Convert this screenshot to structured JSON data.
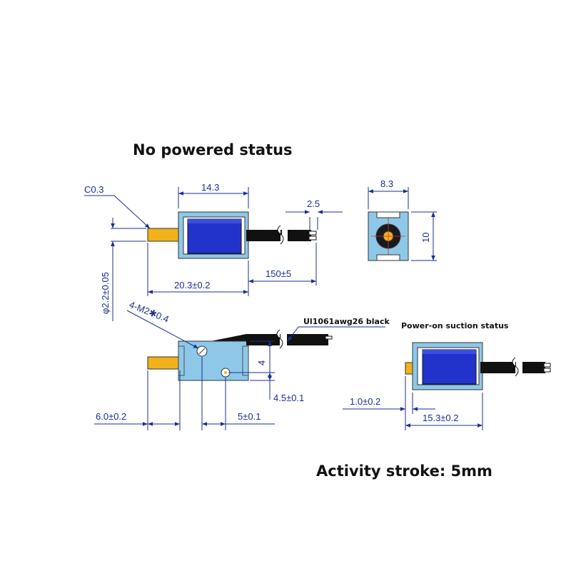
{
  "titles": {
    "top": "No powered status",
    "bottom": "Activity stroke: 5mm"
  },
  "labels": {
    "wire": "Ul1061awg26 black",
    "powered": "Power-on suction status"
  },
  "dimensions": {
    "chamfer": "C0.3",
    "body_width": "14.3",
    "wire_gap": "2.5",
    "end_width": "8.3",
    "end_height": "10",
    "shaft_dia": "φ2.2±0.05",
    "total_length": "20.3±0.2",
    "wire_length": "150±5",
    "screws": "4-M2✱0.4",
    "mount_height": "4",
    "hole_offset_v": "4.5±0.1",
    "shaft_ext": "6.0±0.2",
    "hole_spacing": "5±0.1",
    "stroke_ext": "1.0±0.2",
    "powered_length": "15.3±0.2"
  },
  "colors": {
    "frame": "#8ec8e8",
    "coil": "#2233cc",
    "shaft": "#f2b21c",
    "wire": "#111111",
    "dimension": "#1a2f8f"
  }
}
